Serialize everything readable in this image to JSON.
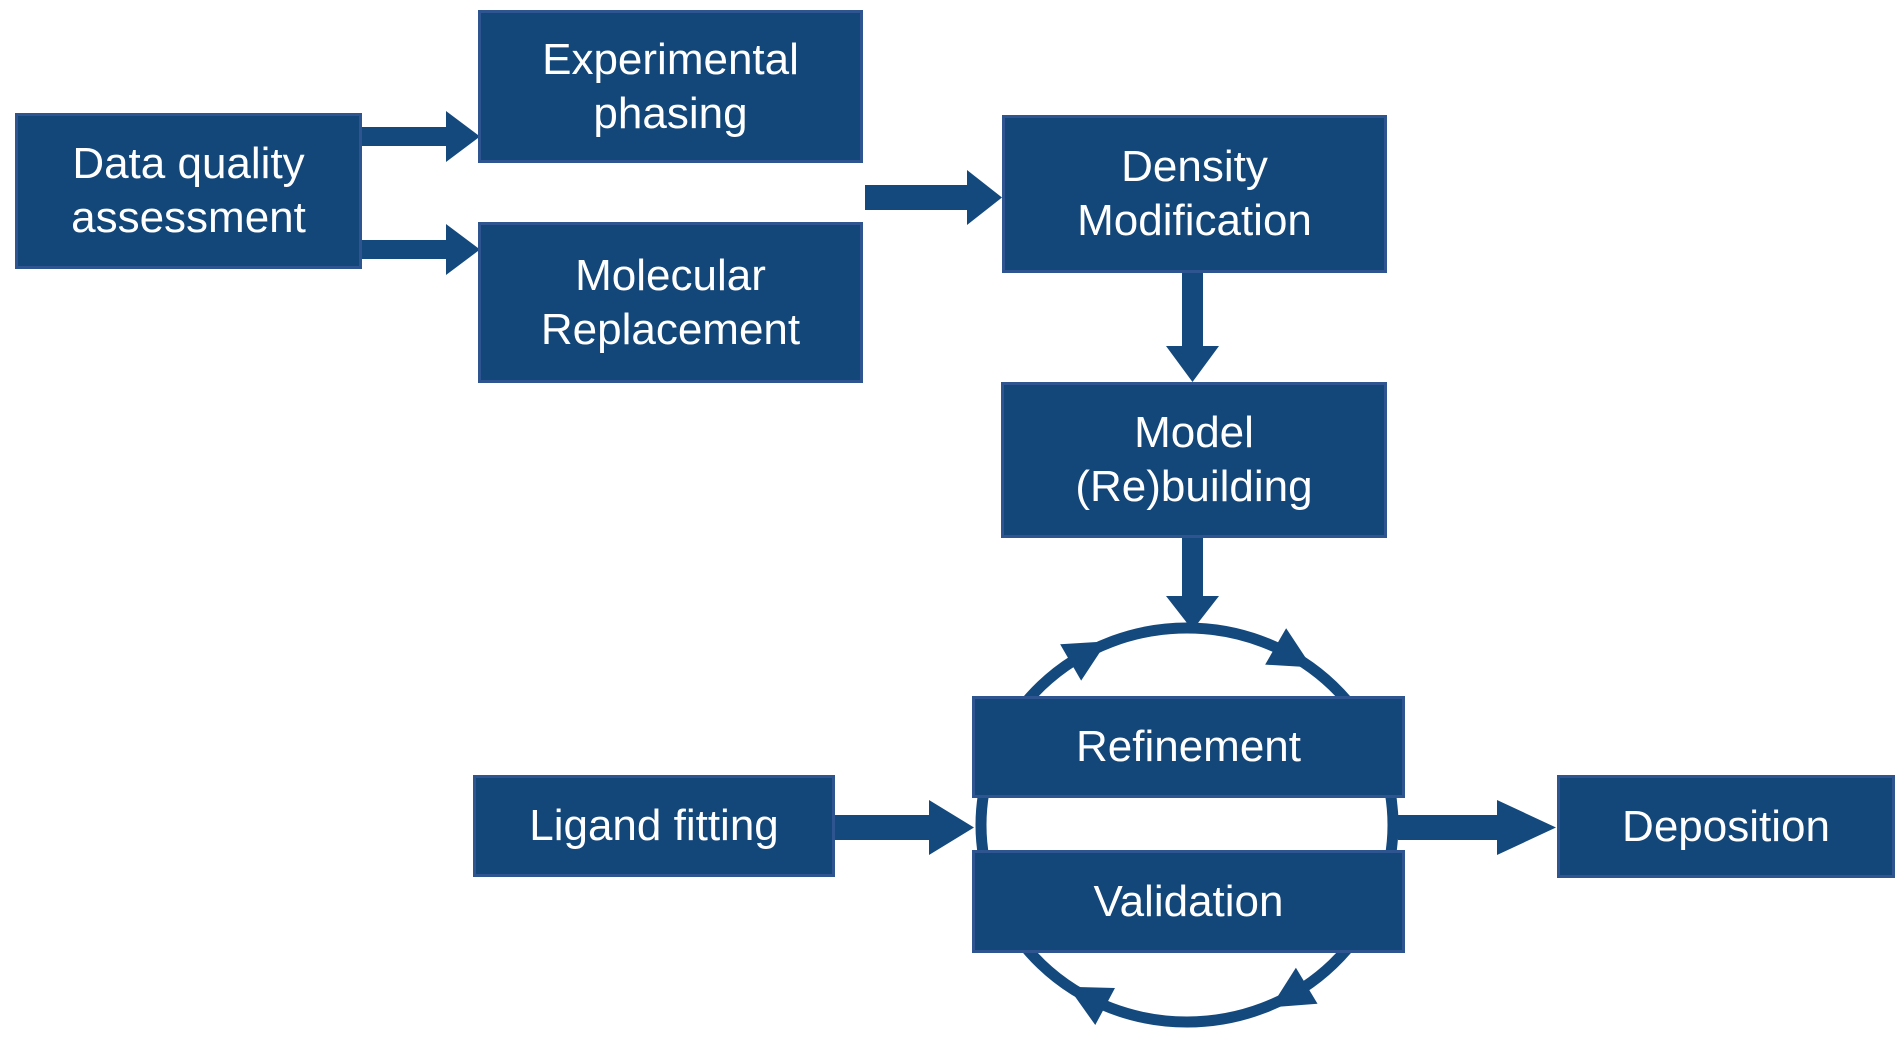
{
  "colors": {
    "background": "#FFFFFF",
    "box-fill": "#134679",
    "box-border": "#2F5590",
    "arrow": "#14497E",
    "label-text": "#FFFFFF"
  },
  "boxes": {
    "data_quality": {
      "label": "Data quality assessment"
    },
    "experimental_phasing": {
      "label": "Experimental phasing"
    },
    "molecular_replacement": {
      "label": "Molecular Replacement"
    },
    "density_modification": {
      "label": "Density Modification"
    },
    "model_rebuilding": {
      "label": "Model (Re)building"
    },
    "refinement": {
      "label": "Refinement"
    },
    "validation": {
      "label": "Validation"
    },
    "ligand_fitting": {
      "label": "Ligand fitting"
    },
    "deposition": {
      "label": "Deposition"
    }
  }
}
